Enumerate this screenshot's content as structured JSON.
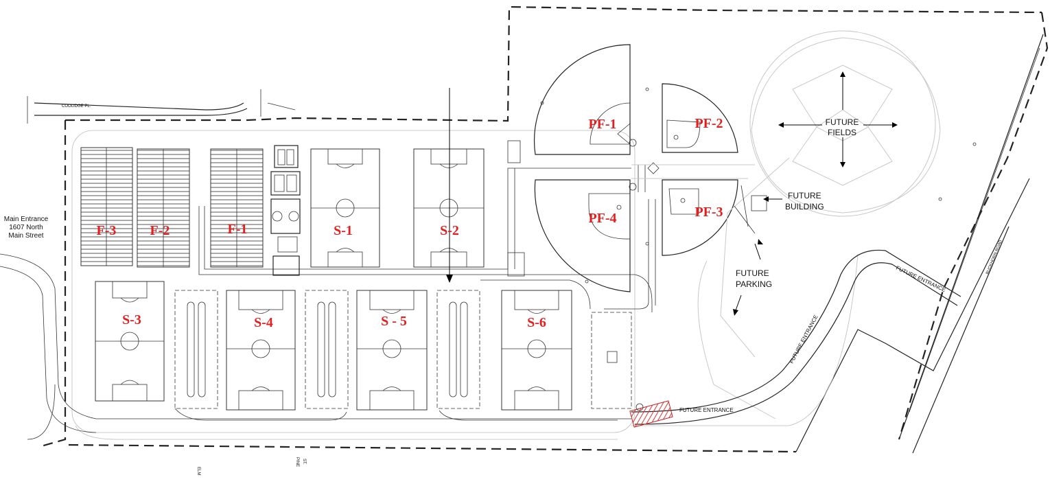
{
  "map": {
    "main_entrance": [
      "Main Entrance",
      "1607 North",
      "Main Street"
    ],
    "streets": {
      "coolidge": "COOLIDGE PL.",
      "elm": "ELM",
      "pine": [
        "PINE",
        "ST."
      ],
      "buckhorn": "BUCKHORN ROAD"
    },
    "football_fields": [
      "F-3",
      "F-2",
      "F-1"
    ],
    "soccer_fields": [
      "S-1",
      "S-2",
      "S-3",
      "S-4",
      "S - 5",
      "S-6"
    ],
    "softball_fields": [
      "PF-1",
      "PF-2",
      "PF-3",
      "PF-4"
    ],
    "future": {
      "fields": [
        "FUTURE",
        "FIELDS"
      ],
      "building": [
        "FUTURE",
        "BUILDING"
      ],
      "parking": [
        "FUTURE",
        "PARKING"
      ],
      "entrance": "FUTURE ENTRANCE"
    }
  }
}
